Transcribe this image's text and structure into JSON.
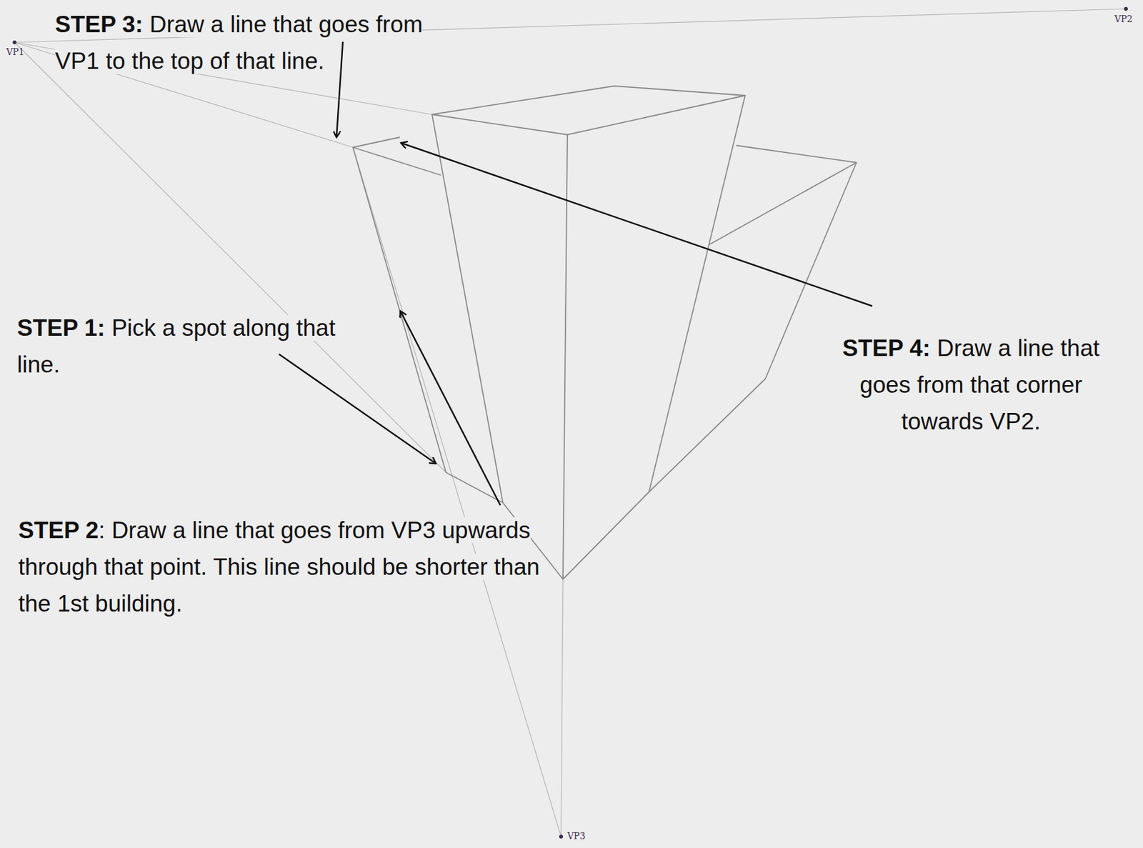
{
  "diagram": {
    "labels": [
      "STEP 3:",
      "Draw a line that goes from VP1 to the top of that line.",
      "VP1",
      "VP2",
      "STEP 1:",
      "Pick a spot along that line.",
      "STEP 4:",
      "Draw a line that goes from that corner towards VP2.",
      "STEP 2",
      ": Draw a line that goes from VP3 upwards through that point. This line should be shorter than the 1st building.",
      "VP3"
    ]
  }
}
